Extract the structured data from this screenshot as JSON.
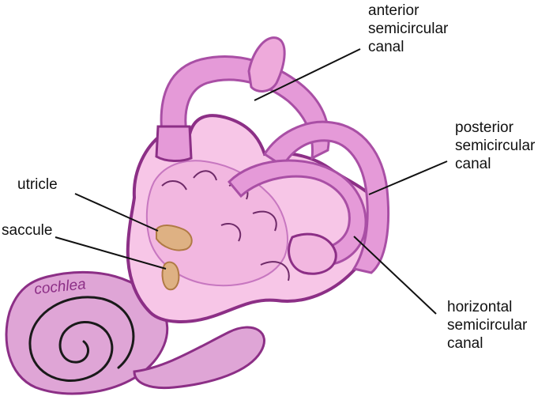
{
  "labels": {
    "anterior": [
      "anterior",
      "semicircular",
      "canal"
    ],
    "posterior": [
      "posterior",
      "semicircular",
      "canal"
    ],
    "horizontal": [
      "horizontal",
      "semicircular",
      "canal"
    ],
    "utricle": "utricle",
    "saccule": "saccule",
    "cochlea": "cochlea"
  },
  "colors": {
    "tissue_light": "#f7c6e7",
    "tissue_mid": "#eeaadb",
    "canal_fill": "#e59ad8",
    "canal_edge": "#a94fa5",
    "outline_dark": "#8c2f86",
    "cochlea_fill": "#dfa5d6",
    "sac_fill": "#deb183",
    "sac_edge": "#b07a45",
    "leader": "#111111"
  }
}
